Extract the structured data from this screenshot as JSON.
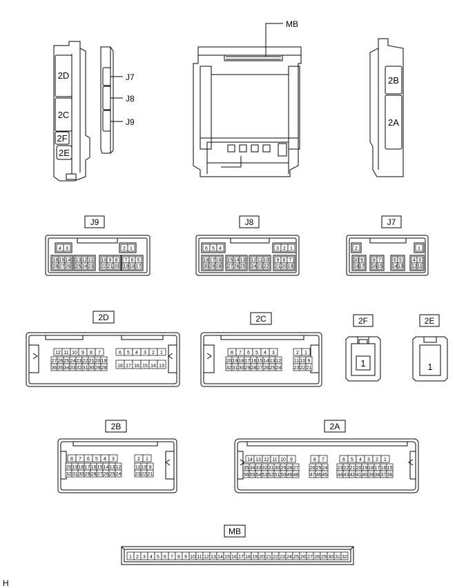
{
  "footnote": "H",
  "views": {
    "left": {
      "labels": [
        "2D",
        "2C",
        "2F",
        "2E"
      ]
    },
    "mid_left": {
      "labels": [
        "J7",
        "J8",
        "J9"
      ]
    },
    "center": {
      "label": "MB"
    },
    "right": {
      "labels": [
        "2B",
        "2A"
      ]
    }
  },
  "connectors": {
    "J9": {
      "name": "J9",
      "top": [
        [
          "4",
          "3"
        ],
        [
          "2",
          "1"
        ]
      ],
      "row2": [
        [
          "16",
          "15",
          "14"
        ],
        [
          "13",
          "12",
          "11"
        ],
        [
          "10",
          "9",
          "8"
        ],
        [
          "7",
          "6",
          "5"
        ]
      ],
      "row3": [
        [
          "28",
          "27",
          "26"
        ],
        [
          "25",
          "24",
          "23"
        ],
        [
          "22",
          "21",
          "20"
        ],
        [
          "19",
          "18",
          "17"
        ]
      ]
    },
    "J8": {
      "name": "J8",
      "top": [
        [
          "6",
          "5",
          "4"
        ],
        [
          "3",
          "2",
          "1"
        ]
      ],
      "row2": [
        [
          "18",
          "17",
          "16"
        ],
        [
          "15",
          "14",
          "13"
        ],
        [
          "12",
          "11",
          "10"
        ],
        [
          "9",
          "8",
          "7"
        ]
      ],
      "row3": [
        [
          "30",
          "29",
          "28"
        ],
        [
          "27",
          "26",
          "25"
        ],
        [
          "24",
          "23",
          "22"
        ],
        [
          "21",
          "20",
          "19"
        ]
      ]
    },
    "J7": {
      "name": "J7",
      "top": [
        [
          "2"
        ],
        [
          "1"
        ]
      ],
      "row2": [
        [
          "10",
          "9"
        ],
        [
          "8",
          "7"
        ],
        [
          "6",
          "5"
        ],
        [
          "4",
          "3"
        ]
      ],
      "row3": [
        [
          "18",
          "17"
        ],
        [
          "16",
          "15"
        ],
        [
          "14",
          "13"
        ],
        [
          "12",
          "11"
        ]
      ]
    },
    "2D": {
      "name": "2D",
      "left_row1": [
        "12",
        "11",
        "10",
        "9",
        "8",
        "7"
      ],
      "left_row2": [
        "27",
        "26",
        "25",
        "24",
        "23",
        "22",
        "21",
        "20",
        "19"
      ],
      "left_row3": [
        "36",
        "35",
        "34",
        "33",
        "32",
        "31",
        "30",
        "29",
        "28"
      ],
      "right_row1": [
        "6",
        "5",
        "4",
        "3",
        "2",
        "1"
      ],
      "right_row2": [
        "18",
        "17",
        "16",
        "15",
        "14",
        "13"
      ]
    },
    "2C": {
      "name": "2C",
      "left_row1": [
        "8",
        "7",
        "6",
        "5",
        "4",
        "3"
      ],
      "left_row2": [
        "20",
        "19",
        "18",
        "17",
        "16",
        "15",
        "14",
        "13",
        "12"
      ],
      "left_row3": [
        "32",
        "31",
        "30",
        "29",
        "28",
        "27",
        "26",
        "25",
        "24"
      ],
      "right_row1": [
        "2",
        "1"
      ],
      "right_row2": [
        "11",
        "10",
        "9"
      ],
      "right_row3": [
        "23",
        "22",
        "21"
      ]
    },
    "2F": {
      "name": "2F",
      "pin": "1"
    },
    "2E": {
      "name": "2E",
      "pin": "1"
    },
    "2B": {
      "name": "2B",
      "left_row1": [
        "8",
        "7",
        "6",
        "5",
        "4",
        "3"
      ],
      "left_row2": [
        "20",
        "19",
        "18",
        "17",
        "16",
        "15",
        "14",
        "13",
        "12"
      ],
      "left_row3": [
        "32",
        "31",
        "30",
        "29",
        "28",
        "27",
        "26",
        "25",
        "24"
      ],
      "right_row1": [
        "2",
        "1"
      ],
      "right_row2": [
        "11",
        "10",
        "9"
      ],
      "right_row3": [
        "23",
        "22",
        "21"
      ]
    },
    "2A": {
      "name": "2A",
      "g1_row1": [
        "14",
        "13",
        "12",
        "11",
        "10",
        "9"
      ],
      "g1_row2": [
        "35",
        "34",
        "33",
        "32",
        "31",
        "30",
        "29",
        "28",
        "27"
      ],
      "g1_row3": [
        "56",
        "55",
        "54",
        "53",
        "52",
        "51",
        "50",
        "49",
        "48"
      ],
      "g2_row1": [
        "8",
        "7"
      ],
      "g2_row2": [
        "26",
        "25",
        "24"
      ],
      "g2_row3": [
        "47",
        "46",
        "45"
      ],
      "g3_row1": [
        "6",
        "5",
        "4",
        "3",
        "2",
        "1"
      ],
      "g3_row2": [
        "23",
        "22",
        "21",
        "20",
        "19",
        "18",
        "17",
        "16",
        "15"
      ],
      "g3_row3": [
        "44",
        "43",
        "42",
        "41",
        "40",
        "39",
        "38",
        "37",
        "36"
      ]
    },
    "MB": {
      "name": "MB",
      "pins": [
        "1",
        "2",
        "3",
        "4",
        "5",
        "6",
        "7",
        "8",
        "9",
        "10",
        "11",
        "12",
        "13",
        "14",
        "15",
        "16",
        "17",
        "18",
        "19",
        "20",
        "21",
        "22",
        "23",
        "24",
        "25",
        "26",
        "27",
        "28",
        "29",
        "30",
        "31",
        "32"
      ]
    }
  }
}
